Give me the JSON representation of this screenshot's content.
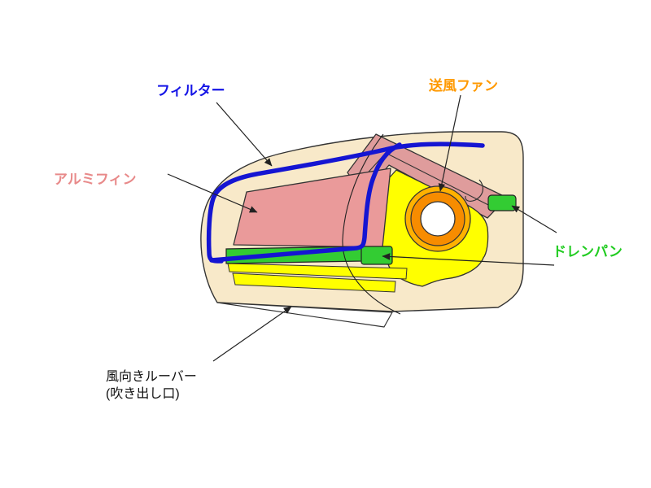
{
  "diagram": {
    "type": "air-conditioner-indoor-unit-cross-section",
    "labels": {
      "filter": "フィルター",
      "blower_fan": "送風ファン",
      "aluminum_fin": "アルミフィン",
      "drain_pan": "ドレンパン",
      "louver_line1": "風向きルーバー",
      "louver_line2": "(吹き出し口)"
    },
    "colors": {
      "body": "#F8E9C9",
      "fin_pink": "#EA9A9A",
      "band_pink": "#DF9C9C",
      "yellow": "#FFFF00",
      "fan_orange_outer": "#FFB100",
      "fan_orange_inner": "#F78C00",
      "fan_hub_white": "#FFFFFF",
      "drain_green": "#33CC33",
      "filter_blue": "#1515D2",
      "label_filter_blue": "#1414E6",
      "label_fan_orange": "#FF9900",
      "label_fin_pink": "#E88A8A",
      "label_drain_green": "#22CC22",
      "label_louver_black": "#111111",
      "outline": "#333333"
    }
  }
}
